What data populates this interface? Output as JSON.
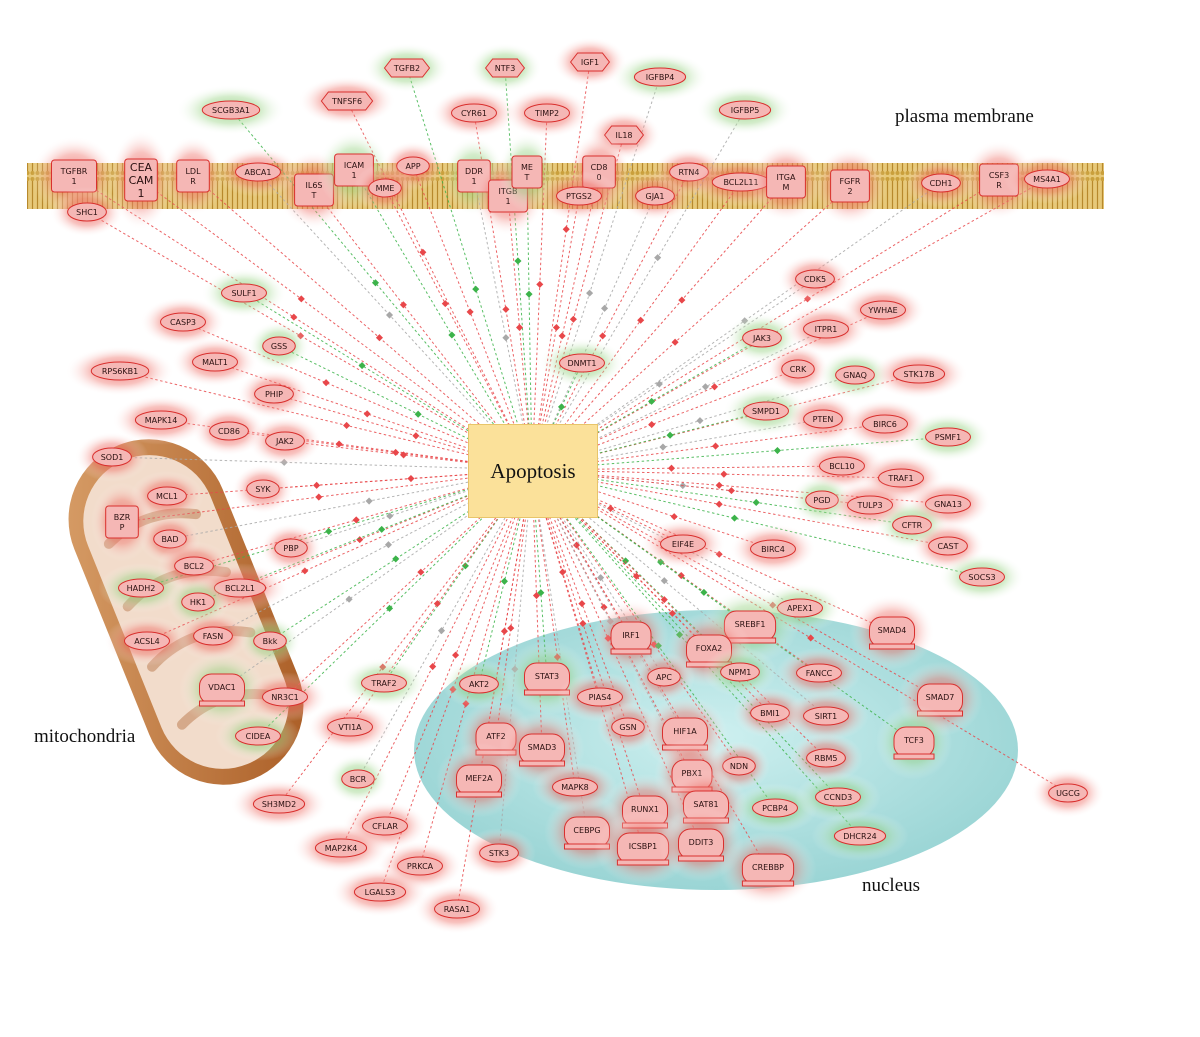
{
  "hub": {
    "label": "Apoptosis",
    "color": "#fbe19a"
  },
  "compartments": {
    "plasma_membrane": "plasma membrane",
    "mitochondria": "mitochondria",
    "nucleus": "nucleus"
  },
  "colors": {
    "up": "#e8474a",
    "down": "#3cb34a",
    "neutral": "#a8a8a8",
    "node_fill": "#f5b7b5",
    "node_border": "#d9302e",
    "membrane": "#c89a33",
    "nucleus": "#9fd9d9",
    "mitochondria": "#b86a2c"
  },
  "nodes": [
    {
      "id": "TGFB2",
      "label": "TGFB2",
      "glow": "green"
    },
    {
      "id": "NTF3",
      "label": "NTF3",
      "glow": "green"
    },
    {
      "id": "IGF1",
      "label": "IGF1",
      "glow": "red"
    },
    {
      "id": "IGFBP4",
      "label": "IGFBP4",
      "glow": "green"
    },
    {
      "id": "SCGB3A1",
      "label": "SCGB3A1",
      "glow": "green"
    },
    {
      "id": "TNFSF6",
      "label": "TNFSF6",
      "glow": "red"
    },
    {
      "id": "CYR61",
      "label": "CYR61",
      "glow": "red"
    },
    {
      "id": "TIMP2",
      "label": "TIMP2",
      "glow": "red"
    },
    {
      "id": "IGFBP5",
      "label": "IGFBP5",
      "glow": "green"
    },
    {
      "id": "IL18",
      "label": "IL18",
      "glow": "red"
    },
    {
      "id": "TGFBR1",
      "label": "TGFBR 1",
      "glow": "red"
    },
    {
      "id": "CEACAM1",
      "label": "CEA CAM 1",
      "glow": "red"
    },
    {
      "id": "LDLR",
      "label": "LDL R",
      "glow": "red"
    },
    {
      "id": "ABCA1",
      "label": "ABCA1",
      "glow": "red"
    },
    {
      "id": "IL6ST",
      "label": "IL6S T",
      "glow": "red"
    },
    {
      "id": "ICAM1",
      "label": "ICAM 1",
      "glow": "green"
    },
    {
      "id": "APP",
      "label": "APP",
      "glow": "red"
    },
    {
      "id": "MME",
      "label": "MME",
      "glow": "red"
    },
    {
      "id": "DDR1",
      "label": "DDR 1",
      "glow": "green"
    },
    {
      "id": "ITGB1",
      "label": "ITGB 1",
      "glow": "red"
    },
    {
      "id": "MET",
      "label": "ME T",
      "glow": "green"
    },
    {
      "id": "CD80",
      "label": "CD8 0",
      "glow": "red"
    },
    {
      "id": "PTGS2",
      "label": "PTGS2",
      "glow": "red"
    },
    {
      "id": "GJA1",
      "label": "GJA1",
      "glow": "red"
    },
    {
      "id": "RTN4",
      "label": "RTN4",
      "glow": "red"
    },
    {
      "id": "BCL2L11",
      "label": "BCL2L11",
      "glow": "red"
    },
    {
      "id": "ITGAM",
      "label": "ITGA M",
      "glow": "red"
    },
    {
      "id": "FGFR2",
      "label": "FGFR 2",
      "glow": "red"
    },
    {
      "id": "CDH1",
      "label": "CDH1",
      "glow": "red"
    },
    {
      "id": "CSF3R",
      "label": "CSF3 R",
      "glow": "red"
    },
    {
      "id": "MS4A1",
      "label": "MS4A1",
      "glow": "red"
    },
    {
      "id": "SHC1",
      "label": "SHC1",
      "glow": "red"
    },
    {
      "id": "SULF1",
      "label": "SULF1",
      "glow": "green"
    },
    {
      "id": "CDK5",
      "label": "CDK5",
      "glow": "red"
    },
    {
      "id": "YWHAE",
      "label": "YWHAE",
      "glow": "red"
    },
    {
      "id": "CASP3",
      "label": "CASP3",
      "glow": "red"
    },
    {
      "id": "GSS",
      "label": "GSS",
      "glow": "green"
    },
    {
      "id": "JAK3",
      "label": "JAK3",
      "glow": "green"
    },
    {
      "id": "ITPR1",
      "label": "ITPR1",
      "glow": "red"
    },
    {
      "id": "RPS6KB1",
      "label": "RPS6KB1",
      "glow": "red"
    },
    {
      "id": "MALT1",
      "label": "MALT1",
      "glow": "red"
    },
    {
      "id": "DNMT1",
      "label": "DNMT1",
      "glow": "green"
    },
    {
      "id": "CRK",
      "label": "CRK",
      "glow": "red"
    },
    {
      "id": "GNAQ",
      "label": "GNAQ",
      "glow": "green"
    },
    {
      "id": "STK17B",
      "label": "STK17B",
      "glow": "red"
    },
    {
      "id": "PHIP",
      "label": "PHIP",
      "glow": "red"
    },
    {
      "id": "MAPK14",
      "label": "MAPK14",
      "glow": "red"
    },
    {
      "id": "SMPD1",
      "label": "SMPD1",
      "glow": "green"
    },
    {
      "id": "PTEN",
      "label": "PTEN",
      "glow": "red"
    },
    {
      "id": "BIRC6",
      "label": "BIRC6",
      "glow": "red"
    },
    {
      "id": "PSMF1",
      "label": "PSMF1",
      "glow": "green"
    },
    {
      "id": "CD86",
      "label": "CD86",
      "glow": "red"
    },
    {
      "id": "JAK2",
      "label": "JAK2",
      "glow": "red"
    },
    {
      "id": "SOD1",
      "label": "SOD1",
      "glow": "red"
    },
    {
      "id": "BCL10",
      "label": "BCL10",
      "glow": "red"
    },
    {
      "id": "TRAF1",
      "label": "TRAF1",
      "glow": "red"
    },
    {
      "id": "MCL1",
      "label": "MCL1",
      "glow": "red"
    },
    {
      "id": "SYK",
      "label": "SYK",
      "glow": "red"
    },
    {
      "id": "PGD",
      "label": "PGD",
      "glow": "green"
    },
    {
      "id": "TULP3",
      "label": "TULP3",
      "glow": "red"
    },
    {
      "id": "GNA13",
      "label": "GNA13",
      "glow": "red"
    },
    {
      "id": "BZRP",
      "label": "BZR P",
      "glow": "red"
    },
    {
      "id": "CFTR",
      "label": "CFTR",
      "glow": "green"
    },
    {
      "id": "BAD",
      "label": "BAD",
      "glow": "red"
    },
    {
      "id": "EIF4E",
      "label": "EIF4E",
      "glow": "red"
    },
    {
      "id": "BIRC4",
      "label": "BIRC4",
      "glow": "red"
    },
    {
      "id": "CAST",
      "label": "CAST",
      "glow": "red"
    },
    {
      "id": "BCL2",
      "label": "BCL2",
      "glow": "red"
    },
    {
      "id": "PBP",
      "label": "PBP",
      "glow": "red"
    },
    {
      "id": "SOCS3",
      "label": "SOCS3",
      "glow": "green"
    },
    {
      "id": "HADH2",
      "label": "HADH2",
      "glow": "green"
    },
    {
      "id": "BCL2L1",
      "label": "BCL2L1",
      "glow": "red"
    },
    {
      "id": "HK1",
      "label": "HK1",
      "glow": "green"
    },
    {
      "id": "APEX1",
      "label": "APEX1",
      "glow": "green"
    },
    {
      "id": "SREBF1",
      "label": "SREBF1",
      "glow": "green"
    },
    {
      "id": "IRF1",
      "label": "IRF1",
      "glow": "red"
    },
    {
      "id": "SMAD4",
      "label": "SMAD4",
      "glow": "red"
    },
    {
      "id": "ACSL4",
      "label": "ACSL4",
      "glow": "red"
    },
    {
      "id": "FASN",
      "label": "FASN",
      "glow": "red"
    },
    {
      "id": "Bkk",
      "label": "Bkk",
      "glow": "green"
    },
    {
      "id": "FOXA2",
      "label": "FOXA2",
      "glow": "red"
    },
    {
      "id": "NPM1",
      "label": "NPM1",
      "glow": "green"
    },
    {
      "id": "FANCC",
      "label": "FANCC",
      "glow": "red"
    },
    {
      "id": "VDAC1",
      "label": "VDAC1",
      "glow": "green"
    },
    {
      "id": "TRAF2",
      "label": "TRAF2",
      "glow": "green"
    },
    {
      "id": "AKT2",
      "label": "AKT2",
      "glow": "green"
    },
    {
      "id": "STAT3",
      "label": "STAT3",
      "glow": "green"
    },
    {
      "id": "PIAS4",
      "label": "PIAS4",
      "glow": "red"
    },
    {
      "id": "APC",
      "label": "APC",
      "glow": "red"
    },
    {
      "id": "SMAD7",
      "label": "SMAD7",
      "glow": "red"
    },
    {
      "id": "NR3C1",
      "label": "NR3C1",
      "glow": "red"
    },
    {
      "id": "VTI1A",
      "label": "VTI1A",
      "glow": "red"
    },
    {
      "id": "BMI1",
      "label": "BMI1",
      "glow": "red"
    },
    {
      "id": "SIRT1",
      "label": "SIRT1",
      "glow": "red"
    },
    {
      "id": "CIDEA",
      "label": "CIDEA",
      "glow": "green"
    },
    {
      "id": "ATF2",
      "label": "ATF2",
      "glow": "red"
    },
    {
      "id": "SMAD3",
      "label": "SMAD3",
      "glow": "red"
    },
    {
      "id": "GSN",
      "label": "GSN",
      "glow": "red"
    },
    {
      "id": "HIF1A",
      "label": "HIF1A",
      "glow": "red"
    },
    {
      "id": "TCF3",
      "label": "TCF3",
      "glow": "green"
    },
    {
      "id": "MEF2A",
      "label": "MEF2A",
      "glow": "red"
    },
    {
      "id": "NDN",
      "label": "NDN",
      "glow": "red"
    },
    {
      "id": "RBM5",
      "label": "RBM5",
      "glow": "red"
    },
    {
      "id": "BCR",
      "label": "BCR",
      "glow": "green"
    },
    {
      "id": "MAPK8",
      "label": "MAPK8",
      "glow": "red"
    },
    {
      "id": "PBX1",
      "label": "PBX1",
      "glow": "red"
    },
    {
      "id": "UGCG",
      "label": "UGCG",
      "glow": "red"
    },
    {
      "id": "SH3MD2",
      "label": "SH3MD2",
      "glow": "red"
    },
    {
      "id": "SAT81",
      "label": "SAT81",
      "glow": "red"
    },
    {
      "id": "PCBP4",
      "label": "PCBP4",
      "glow": "green"
    },
    {
      "id": "CCND3",
      "label": "CCND3",
      "glow": "green"
    },
    {
      "id": "RUNX1",
      "label": "RUNX1",
      "glow": "red"
    },
    {
      "id": "CFLAR",
      "label": "CFLAR",
      "glow": "red"
    },
    {
      "id": "CEBPG",
      "label": "CEBPG",
      "glow": "red"
    },
    {
      "id": "DHCR24",
      "label": "DHCR24",
      "glow": "green"
    },
    {
      "id": "MAP2K4",
      "label": "MAP2K4",
      "glow": "red"
    },
    {
      "id": "ICSBP1",
      "label": "ICSBP1",
      "glow": "red"
    },
    {
      "id": "DDIT3",
      "label": "DDIT3",
      "glow": "red"
    },
    {
      "id": "STK3",
      "label": "STK3",
      "glow": "red"
    },
    {
      "id": "PRKCA",
      "label": "PRKCA",
      "glow": "red"
    },
    {
      "id": "CREBBP",
      "label": "CREBBP",
      "glow": "red"
    },
    {
      "id": "LGALS3",
      "label": "LGALS3",
      "glow": "red"
    },
    {
      "id": "RASA1",
      "label": "RASA1",
      "glow": "red"
    }
  ]
}
